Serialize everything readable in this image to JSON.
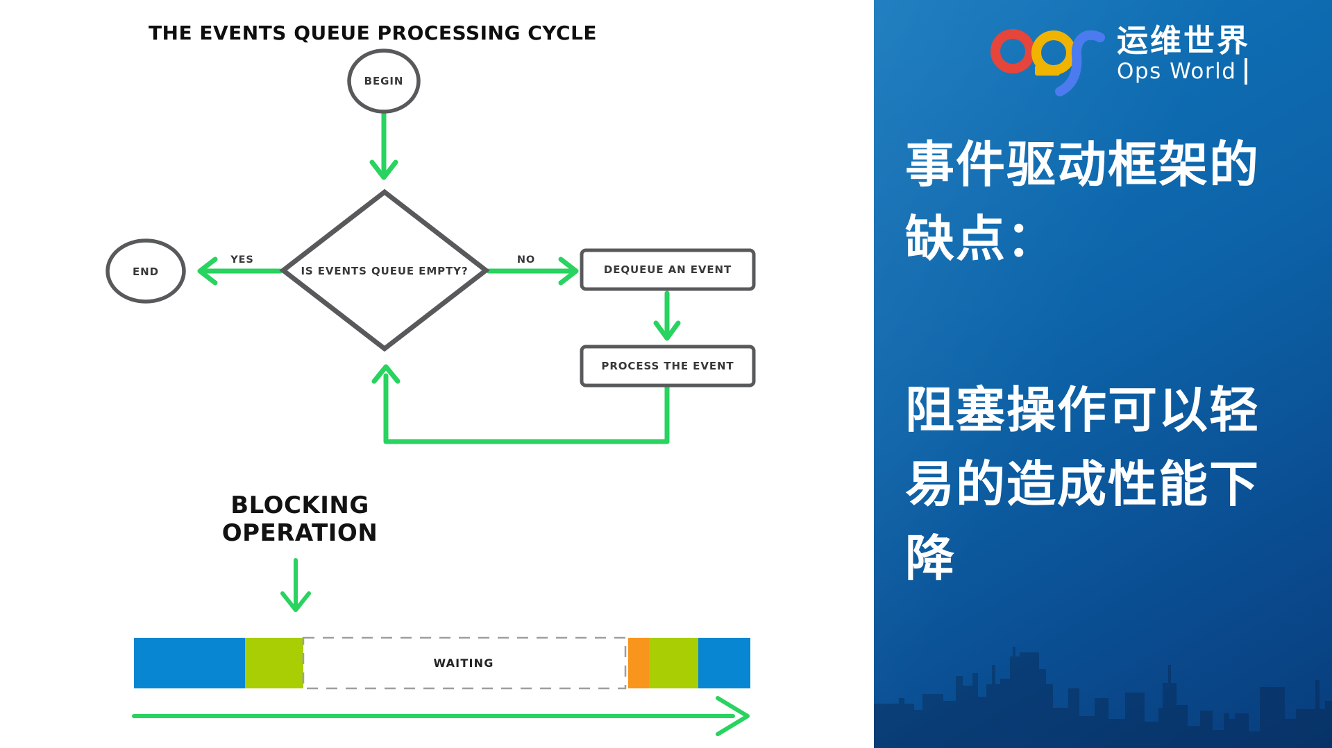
{
  "flowchart": {
    "title": "THE EVENTS QUEUE PROCESSING CYCLE",
    "nodes": {
      "begin": "BEGIN",
      "decision": "IS EVENTS QUEUE EMPTY?",
      "end": "END",
      "dequeue": "DEQUEUE AN EVENT",
      "process": "PROCESS THE EVENT"
    },
    "edges": {
      "yes": "YES",
      "no": "NO"
    },
    "colors": {
      "outline": "#58595b",
      "arrow": "#28d35f",
      "label": "#38383a"
    }
  },
  "timeline": {
    "blocking_lines": [
      "BLOCKING",
      "OPERATION"
    ],
    "waiting_label": "WAITING",
    "segments": [
      "blue",
      "green",
      "waiting",
      "orange",
      "green",
      "blue"
    ],
    "colors": {
      "blue": "#0886d1",
      "green": "#a9ce03",
      "orange": "#f8951d",
      "dashed_border": "#9e9e9e"
    }
  },
  "panel": {
    "logo": {
      "brand_cn": "运维世界",
      "brand_en": "Ops World"
    },
    "heading_lines": [
      "事件驱动框架的",
      "缺点："
    ],
    "body_lines": [
      "阻塞操作可以轻",
      "易的造成性能下",
      "降"
    ],
    "colors": {
      "bg_top": "#1176bc",
      "bg_bottom": "#083d7c",
      "logo_red": "#e5453a",
      "logo_yellow": "#f0b400",
      "logo_blue": "#4c7bf0",
      "text": "#ffffff"
    }
  }
}
